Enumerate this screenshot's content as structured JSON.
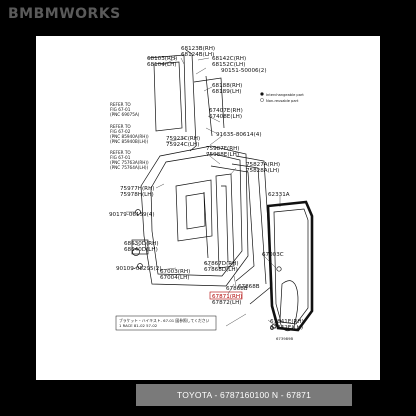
{
  "watermark": "BMBMWORKS",
  "legend": {
    "item1": "Interchangeable part",
    "item2": "Non-reusable part"
  },
  "labels": {
    "l68123": "68123B(RH)",
    "l68124": "68124B(LH)",
    "l68103": "68103(RH)",
    "l68104": "68104(LH)",
    "l68142": "68142C(RH)",
    "l68152": "68152C(LH)",
    "l90151": "90151-50006(2)",
    "l68188": "68188(RH)",
    "l68189": "68189(LH)",
    "l67407": "67407E(RH)",
    "l67408": "67408E(LH)",
    "l91635": "91635-80614(4)",
    "l75923": "75923C(RH)",
    "l75924": "75924C(LH)",
    "l75987": "75987F(RH)",
    "l75988": "75988E(LH)",
    "l75827": "75827A(RH)",
    "l75828": "75828A(LH)",
    "l75977": "75977H(RH)",
    "l75978": "75978H(LH)",
    "l62331": "62331A",
    "l90179": "90179-06159(4)",
    "l68630": "68630D(RH)",
    "l68640": "68640D(LH)",
    "l67003c": "67003C",
    "l90109": "90109-08295(2)",
    "l67003": "67003(RH)",
    "l67004": "67004(LH)",
    "l67867": "67867D(RH)",
    "l67868": "67868D(LH)",
    "l67868b": "67868B",
    "l67871": "67871(RH)",
    "l67872": "67872(LH)",
    "l67841": "67841E(RH)",
    "l67842": "67842E(LH)",
    "refer1a": "REFER TO",
    "refer1b": "FIG 67-01",
    "refer1c": "(PNC 69075A)",
    "refer2a": "REFER TO",
    "refer2b": "FIG 67-02",
    "refer2c": "(PNC 85940A(RH))",
    "refer2d": "(PNC 85940B(LH))",
    "refer3a": "REFER TO",
    "refer3b": "FIG 67-01",
    "refer3c": "(PNC 75763A(RH))",
    "refer3d": "(PNC 75764A(LH))",
    "note1": "ブラケット・ハイキスト- 67-01 図参照してください",
    "note2": "1 RACE 81-02 57-02",
    "fig_code": "673989B"
  },
  "caption": "TOYOTA - 6787160100     N - 67871"
}
